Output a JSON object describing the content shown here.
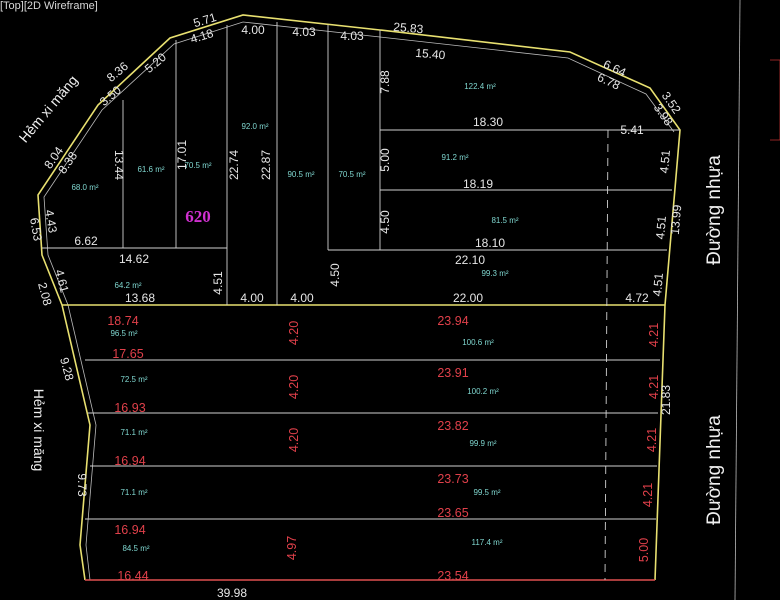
{
  "viewport_label": "[Top][2D Wireframe]",
  "colors": {
    "background": "#000000",
    "boundary": "#e8e070",
    "lines": "#d0d0d0",
    "red_dims": "#e0404a",
    "area": "#7fd6cf",
    "lot_number": "#d030d0",
    "bottom_edge": "#e05050"
  },
  "lot_number": "620",
  "streets": {
    "left": "Hẻm xi măng",
    "right": "Đường nhựa"
  },
  "dims": [
    "5.71",
    "4.18",
    "4.00",
    "4.03",
    "4.03",
    "25.83",
    "15.40",
    "6.64",
    "6.78",
    "3.52",
    "3.98",
    "8.36",
    "5.20",
    "3.50",
    "8.04",
    "8.38",
    "4.43",
    "6.53",
    "4.61",
    "2.08",
    "13.44",
    "17.01",
    "22.74",
    "22.87",
    "7.88",
    "5.00",
    "4.50",
    "6.62",
    "14.62",
    "13.68",
    "4.51",
    "4.00",
    "4.00",
    "4.50",
    "18.30",
    "5.41",
    "18.19",
    "18.10",
    "22.10",
    "22.00",
    "4.72",
    "4.51",
    "4.51",
    "13.99",
    "4.51",
    "9.28",
    "9.73",
    "21.83",
    "39.98"
  ],
  "red_dims": [
    "18.74",
    "23.94",
    "17.65",
    "4.20",
    "23.91",
    "16.93",
    "4.20",
    "23.82",
    "16.94",
    "4.20",
    "23.73",
    "23.65",
    "16.94",
    "4.97",
    "16.44",
    "23.54",
    "4.21",
    "4.21",
    "4.21",
    "4.21",
    "5.00"
  ],
  "areas": [
    "68.0 m²",
    "61.6 m²",
    "70.5 m²",
    "92.0 m²",
    "90.5 m²",
    "70.5 m²",
    "122.4 m²",
    "91.2 m²",
    "81.5 m²",
    "99.3 m²",
    "64.2 m²",
    "96.5 m²",
    "100.6 m²",
    "72.5 m²",
    "100.2 m²",
    "71.1 m²",
    "99.9 m²",
    "71.1 m²",
    "99.5 m²",
    "84.5 m²",
    "117.4 m²"
  ]
}
